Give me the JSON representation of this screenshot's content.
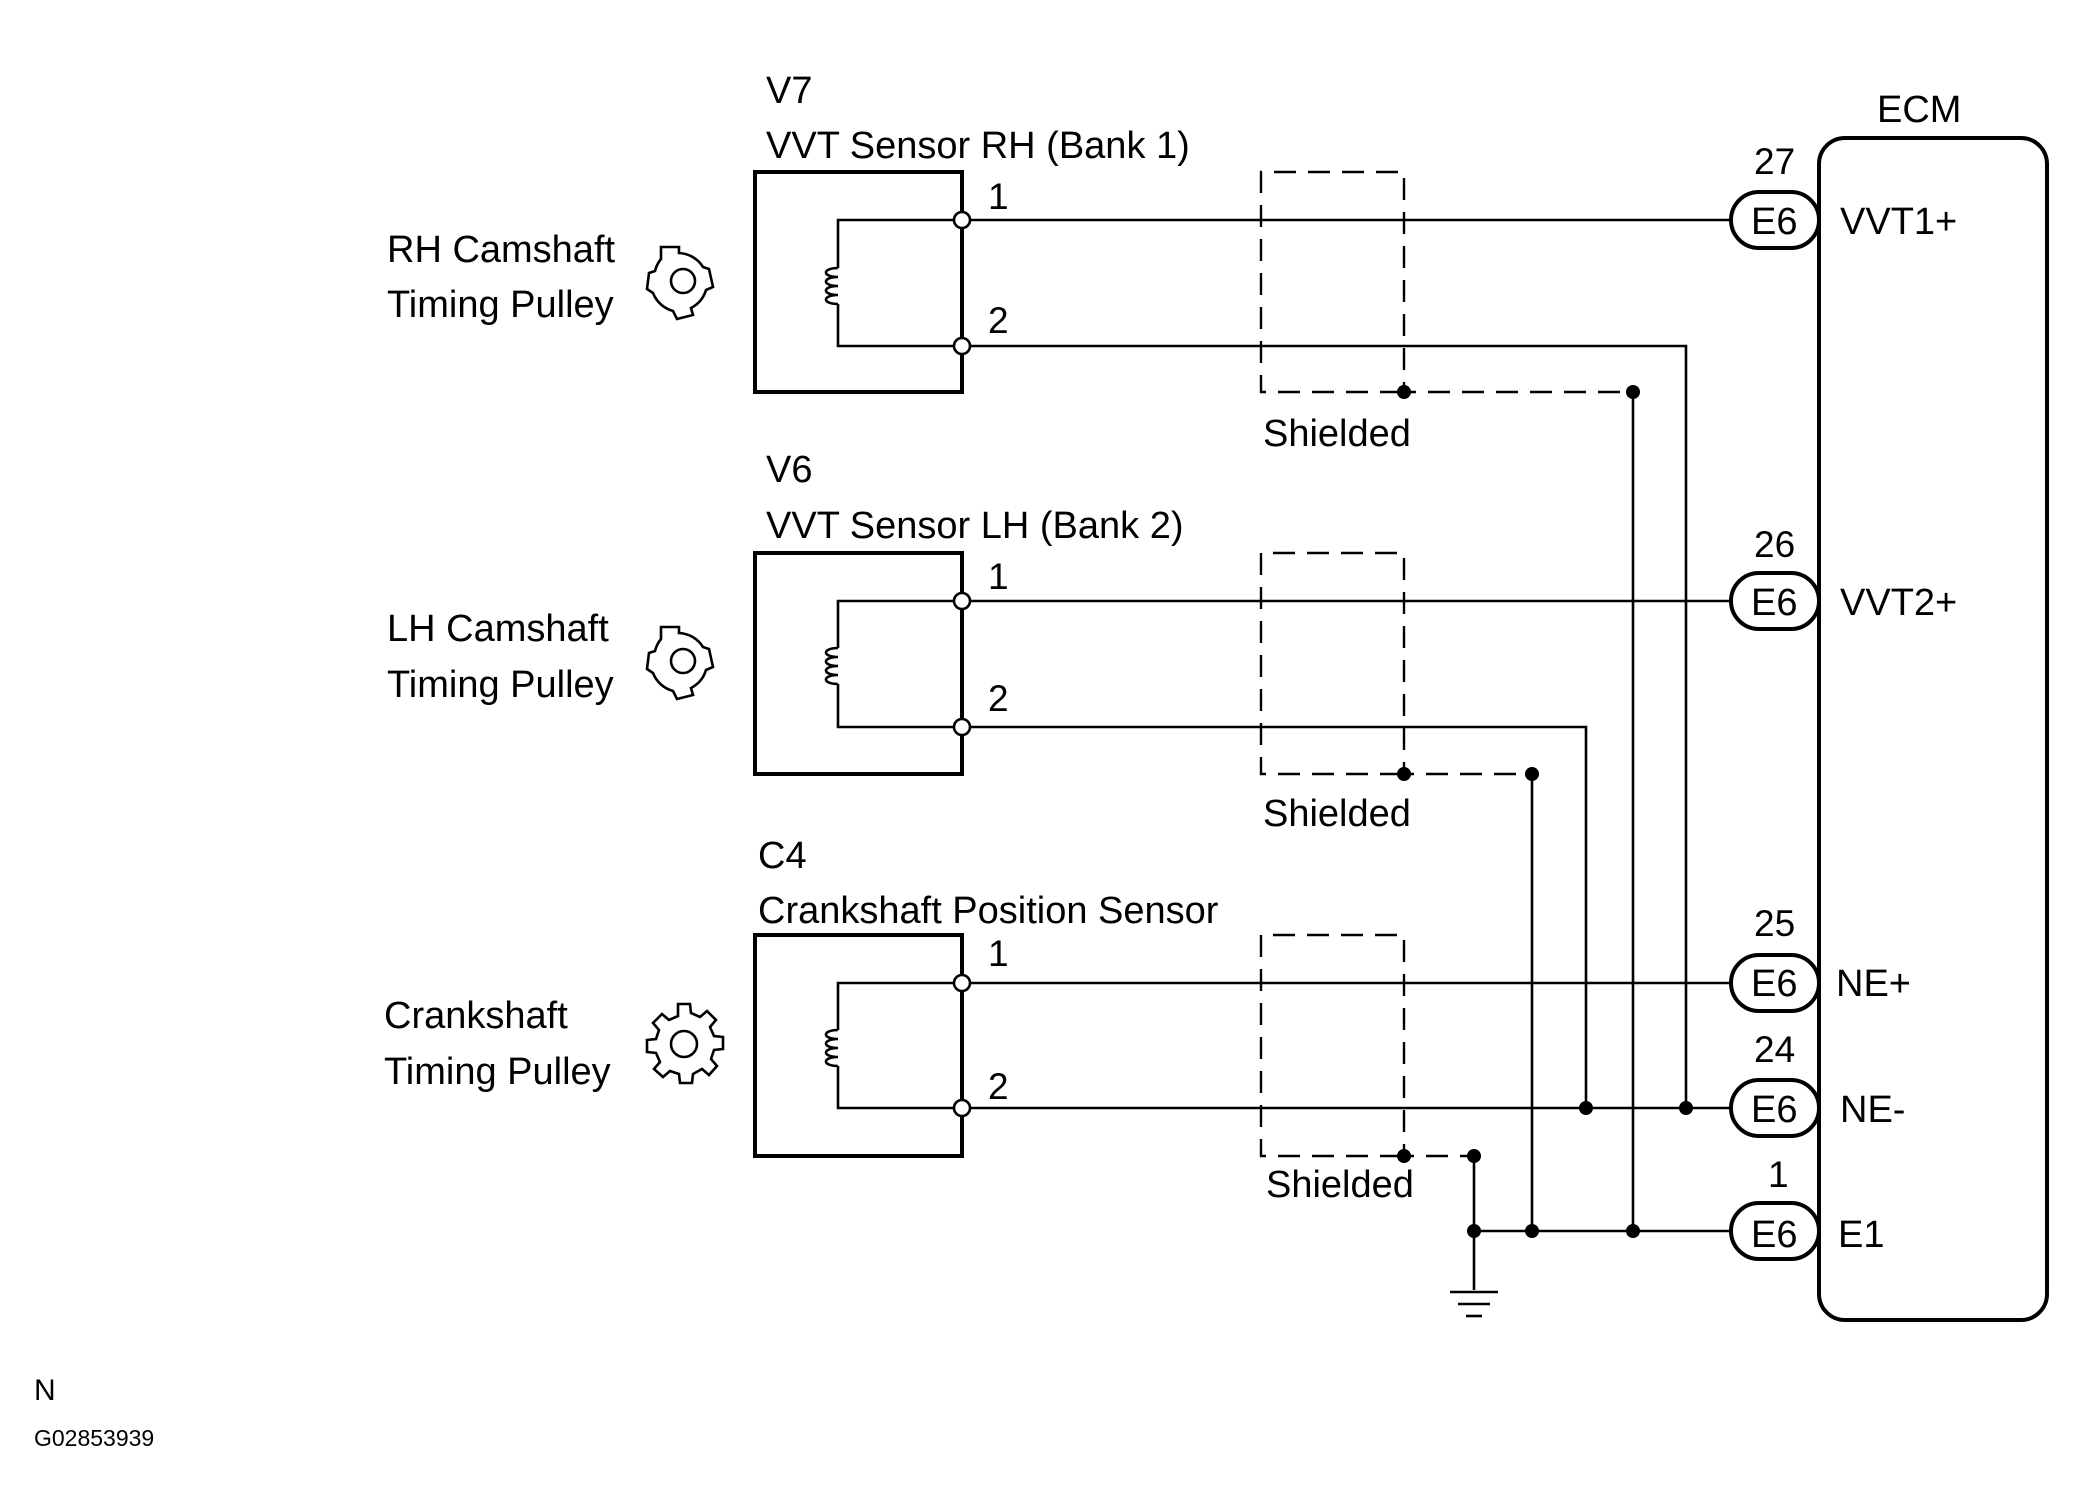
{
  "ecm": {
    "title": "ECM"
  },
  "sensors": [
    {
      "code": "V7",
      "name": "VVT Sensor RH (Bank 1)",
      "pulley_line1": "RH Camshaft",
      "pulley_line2": "Timing Pulley",
      "pin1": "1",
      "pin2": "2",
      "shield_label": "Shielded",
      "pulley_icon": "cam-pulley-icon"
    },
    {
      "code": "V6",
      "name": "VVT Sensor LH (Bank 2)",
      "pulley_line1": "LH Camshaft",
      "pulley_line2": "Timing Pulley",
      "pin1": "1",
      "pin2": "2",
      "shield_label": "Shielded",
      "pulley_icon": "cam-pulley-icon"
    },
    {
      "code": "C4",
      "name": "Crankshaft Position Sensor",
      "pulley_line1": "Crankshaft",
      "pulley_line2": "Timing Pulley",
      "pin1": "1",
      "pin2": "2",
      "shield_label": "Shielded",
      "pulley_icon": "gear-icon"
    }
  ],
  "ecm_pins": [
    {
      "number": "27",
      "connector": "E6",
      "signal": "VVT1+"
    },
    {
      "number": "26",
      "connector": "E6",
      "signal": "VVT2+"
    },
    {
      "number": "25",
      "connector": "E6",
      "signal": "NE+"
    },
    {
      "number": "24",
      "connector": "E6",
      "signal": "NE-"
    },
    {
      "number": "1",
      "connector": "E6",
      "signal": "E1"
    }
  ],
  "footer": {
    "note": "N",
    "figure_id": "G02853939"
  }
}
